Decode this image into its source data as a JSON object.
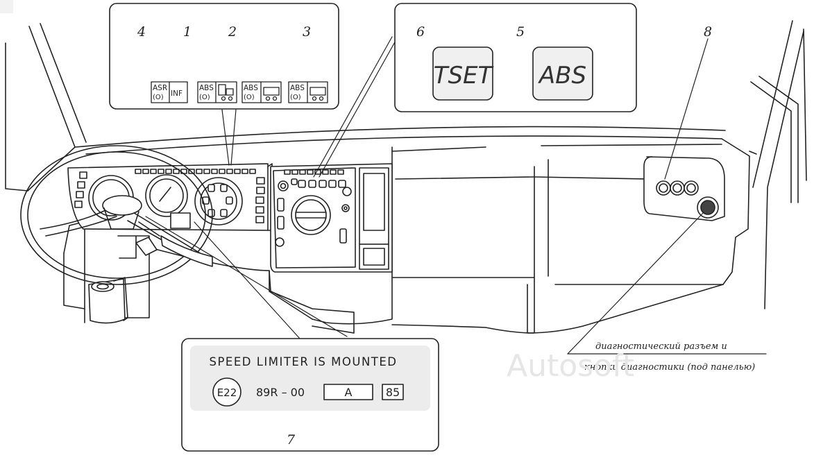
{
  "callouts": {
    "c1": "1",
    "c2": "2",
    "c3": "3",
    "c4": "4",
    "c5": "5",
    "c6": "6",
    "c7": "7",
    "c8": "8"
  },
  "lamps": {
    "asr": "ASR",
    "inf": "INF",
    "abs": "ABS",
    "wheel_symbol": "(O)"
  },
  "displays": {
    "tset": "TSET",
    "abs": "ABS"
  },
  "speed_plate": {
    "title": "SPEED LIMITER IS MOUNTED",
    "mark": "E22",
    "reg": "89R – 00",
    "box": "A",
    "year": "85"
  },
  "diagnostic_note": {
    "line1": "диагностический разъем и",
    "line2": "кнопки диагностики (под панелью)"
  },
  "watermark": "Autosoft",
  "colors": {
    "ink": "#222222",
    "shade": "#f0f0f0",
    "panel": "#ececec"
  }
}
